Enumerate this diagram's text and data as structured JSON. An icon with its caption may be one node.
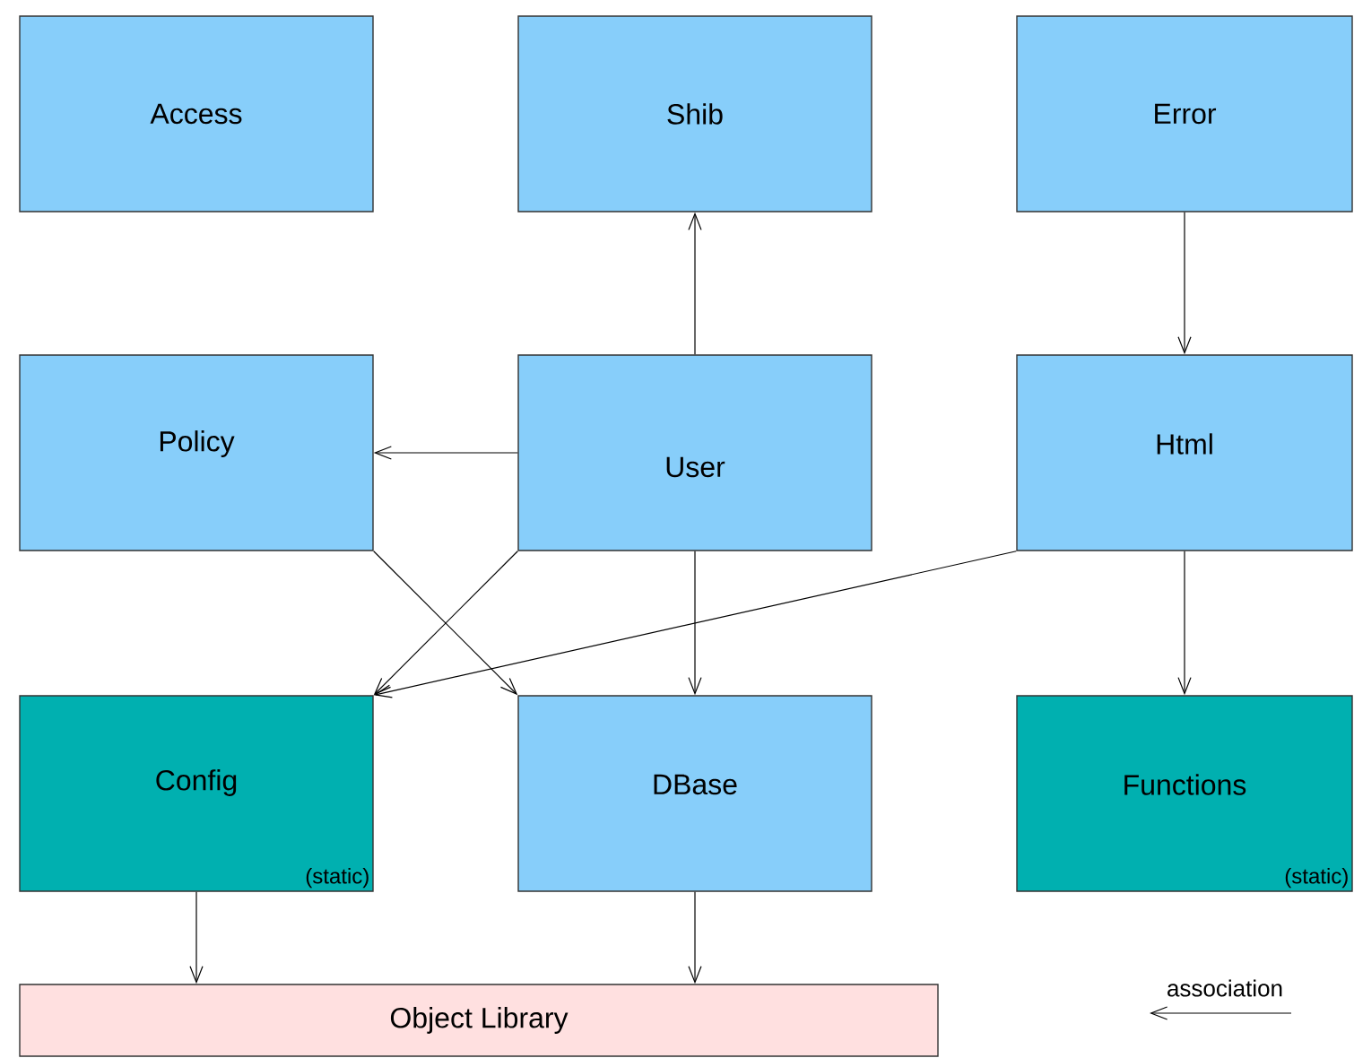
{
  "diagram": {
    "nodes": [
      {
        "text": [
          "Access"
        ]
      },
      {
        "text": [
          "Shib"
        ]
      },
      {
        "text": [
          "Error"
        ]
      },
      {
        "text": [
          "Policy"
        ]
      },
      {
        "text": [
          "User"
        ]
      },
      {
        "text": [
          "Html"
        ]
      },
      {
        "text": [
          "Config",
          "(static)"
        ]
      },
      {
        "text": [
          "DBase"
        ]
      },
      {
        "text": [
          "Functions",
          "(static)"
        ]
      },
      {
        "text": [
          "Object Library"
        ]
      }
    ],
    "edges": [
      {
        "from": 4,
        "to": 1,
        "arrow": "to"
      },
      {
        "from": 2,
        "to": 5,
        "arrow": "to"
      },
      {
        "from": 4,
        "to": 3,
        "arrow": "to"
      },
      {
        "from": 3,
        "to": 7,
        "arrow": "to"
      },
      {
        "from": 4,
        "to": 6,
        "arrow": "to"
      },
      {
        "from": 5,
        "to": 6,
        "arrow": "to"
      },
      {
        "from": 4,
        "to": 7,
        "arrow": "to"
      },
      {
        "from": 5,
        "to": 8,
        "arrow": "to"
      },
      {
        "from": 6,
        "to": 9,
        "arrow": "to"
      },
      {
        "from": 7,
        "to": 9,
        "arrow": "to"
      }
    ],
    "legend": [
      {
        "text": "association"
      }
    ]
  }
}
